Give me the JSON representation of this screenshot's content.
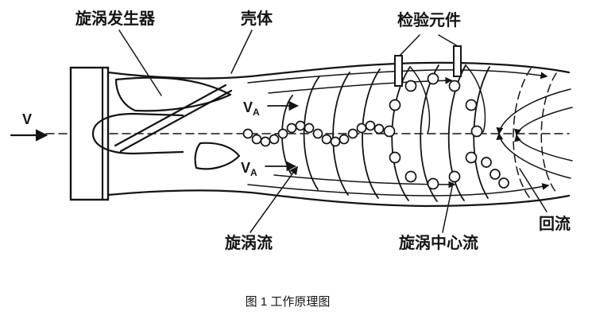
{
  "figure": {
    "caption": "图 1 工作原理图"
  },
  "labels": {
    "vortex_generator": "旋涡发生器",
    "shell": "壳体",
    "detection_element": "检验元件",
    "vortex_flow": "旋涡流",
    "vortex_center_flow": "旋涡中心流",
    "backflow": "回流",
    "inlet_velocity": "V",
    "axial_velocity_main": "V",
    "axial_velocity_sub": "A"
  },
  "colors": {
    "ink": "#141414",
    "background": "#ffffff"
  }
}
